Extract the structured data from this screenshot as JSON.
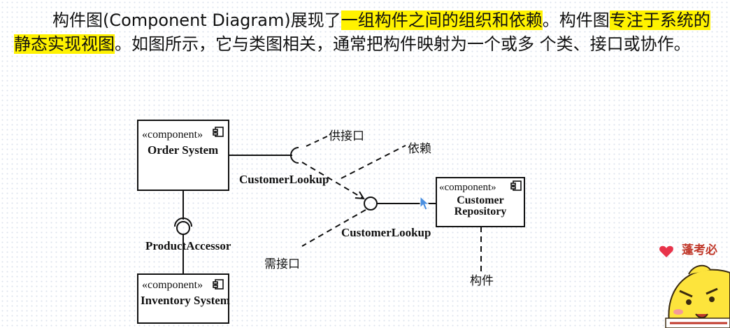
{
  "paragraph": {
    "part1": "构件图(Component Diagram)展现了",
    "highlight1": "一组构件之间的组织和依赖",
    "part2": "。构件图",
    "highlight2": "专注于系统的静态实现视图",
    "part3": "。如图所示，它与类图相关，通常把构件映射为一个或多 个类、接口或协作。",
    "highlight_color": "#fff200"
  },
  "diagram": {
    "order_system": {
      "stereotype": "«component»",
      "name": "Order System"
    },
    "inventory_system": {
      "stereotype": "«component»",
      "name": "Inventory System"
    },
    "customer_repository": {
      "stereotype": "«component»",
      "name_line1": "Customer",
      "name_line2": "Repository"
    },
    "labels": {
      "provided_interface": "供接口",
      "dependency": "依赖",
      "customer_lookup_top": "CustomerLookup",
      "customer_lookup_bottom": "CustomerLookup",
      "product_accessor": "ProductAccessor",
      "required_interface": "需接口",
      "component": "构件"
    },
    "cursor_color": "#4a8fe0"
  },
  "watermark": {
    "text": "蓬考必",
    "color": "#c0392b"
  }
}
